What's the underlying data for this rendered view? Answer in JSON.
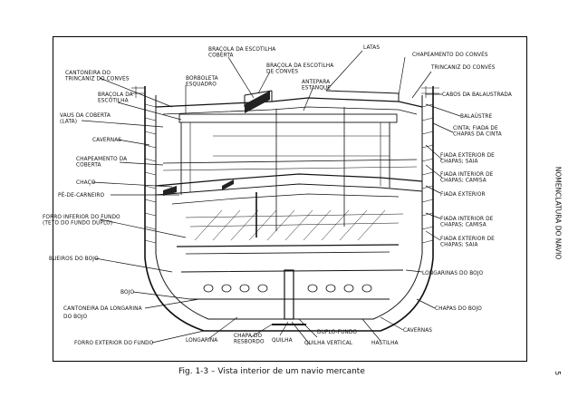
{
  "caption": "Fig. 1-3 – Vista interior de um navio mercante",
  "side_title": "NOMENCLATURA DO NAVIO",
  "page_number": "5",
  "labels": {
    "bracola_da_escotilha_coberta": [
      "BRAÇOLA DA ESCOTILHA",
      "COBERTA"
    ],
    "latas": [
      "LATAS"
    ],
    "chapeamento_do_conves": [
      "CHAPEAMENTO DO CONVÉS"
    ],
    "bracola_da_escotilha_conves": [
      "BRAÇOLA DA ESCOTILHA",
      "DE CONVÉS"
    ],
    "cantoneira_do_trincaniz": [
      "CANTONEIRA DO",
      "TRINCANIZ DO CONVÉS"
    ],
    "borboleta_esquadro": [
      "BORBOLETA",
      "ESQUADRO"
    ],
    "trincaniz_do_conves": [
      "TRINCANIZ DO CONVÉS"
    ],
    "antepara_estanque": [
      "ANTEPARA",
      "ESTANQUE"
    ],
    "bracola_da_escotilha": [
      "BRAÇOLA DA",
      "ESCOTILHA"
    ],
    "cabos_da_balaustrada": [
      "CABOS DA BALAUSTRADA"
    ],
    "vaus_da_coberta": [
      "VAUS DA COBERTA",
      "(LATA)"
    ],
    "balaustre": [
      "BALAÚSTRE"
    ],
    "cinta_fiada": [
      "CINTA; FIADA DE",
      "CHAPAS DA CINTA"
    ],
    "cavernas": [
      "CAVERNAS"
    ],
    "fiada_exterior_saia_top": [
      "FIADA EXTERIOR DE",
      "CHAPAS; SAIA"
    ],
    "chapeamento_da_coberta": [
      "CHAPEAMENTO DA",
      "COBERTA"
    ],
    "fiada_interior_camisa_top": [
      "FIADA INTERIOR DE",
      "CHAPAS; CAMISA"
    ],
    "chaco": [
      "CHAÇO"
    ],
    "fiada_exterior": [
      "FIADA EXTERIOR"
    ],
    "pe_de_carneiro": [
      "PÉ-DE-CARNEIRO"
    ],
    "forro_inferior": [
      "FORRO INFERIOR DO FUNDO",
      "(TETO DO FUNDO DUPLO)"
    ],
    "fiada_interior_camisa_bottom": [
      "FIADA INTERIOR DE",
      "CHAPAS; CAMISA"
    ],
    "fiada_exterior_saia_bottom": [
      "FIADA EXTERIOR DE",
      "CHAPAS; SAIA"
    ],
    "bueiros_do_bojo": [
      "BUEIROS DO BOJO"
    ],
    "longarinas_do_bojo": [
      "LONGARINAS DO BOJO"
    ],
    "bojo": [
      "BOJO"
    ],
    "chapas_do_bojo": [
      "CHAPAS DO BOJO"
    ],
    "cantoneira_da_longarina": [
      "CANTONEIRA DA LONGARINA",
      "DO BOJO"
    ],
    "cavernas_bottom": [
      "CAVERNAS"
    ],
    "duplo_fundo": [
      "DUPLO-FUNDO"
    ],
    "forro_exterior": [
      "FORRO EXTERIOR DO FUNDO"
    ],
    "longarina": [
      "LONGARINA"
    ],
    "chapa_do_resbordo": [
      "CHAPA DO",
      "RESBORDO"
    ],
    "quilha": [
      "QUILHA"
    ],
    "quilha_vertical": [
      "QUILHA VERTICAL"
    ],
    "hastilha": [
      "HASTILHA"
    ]
  }
}
